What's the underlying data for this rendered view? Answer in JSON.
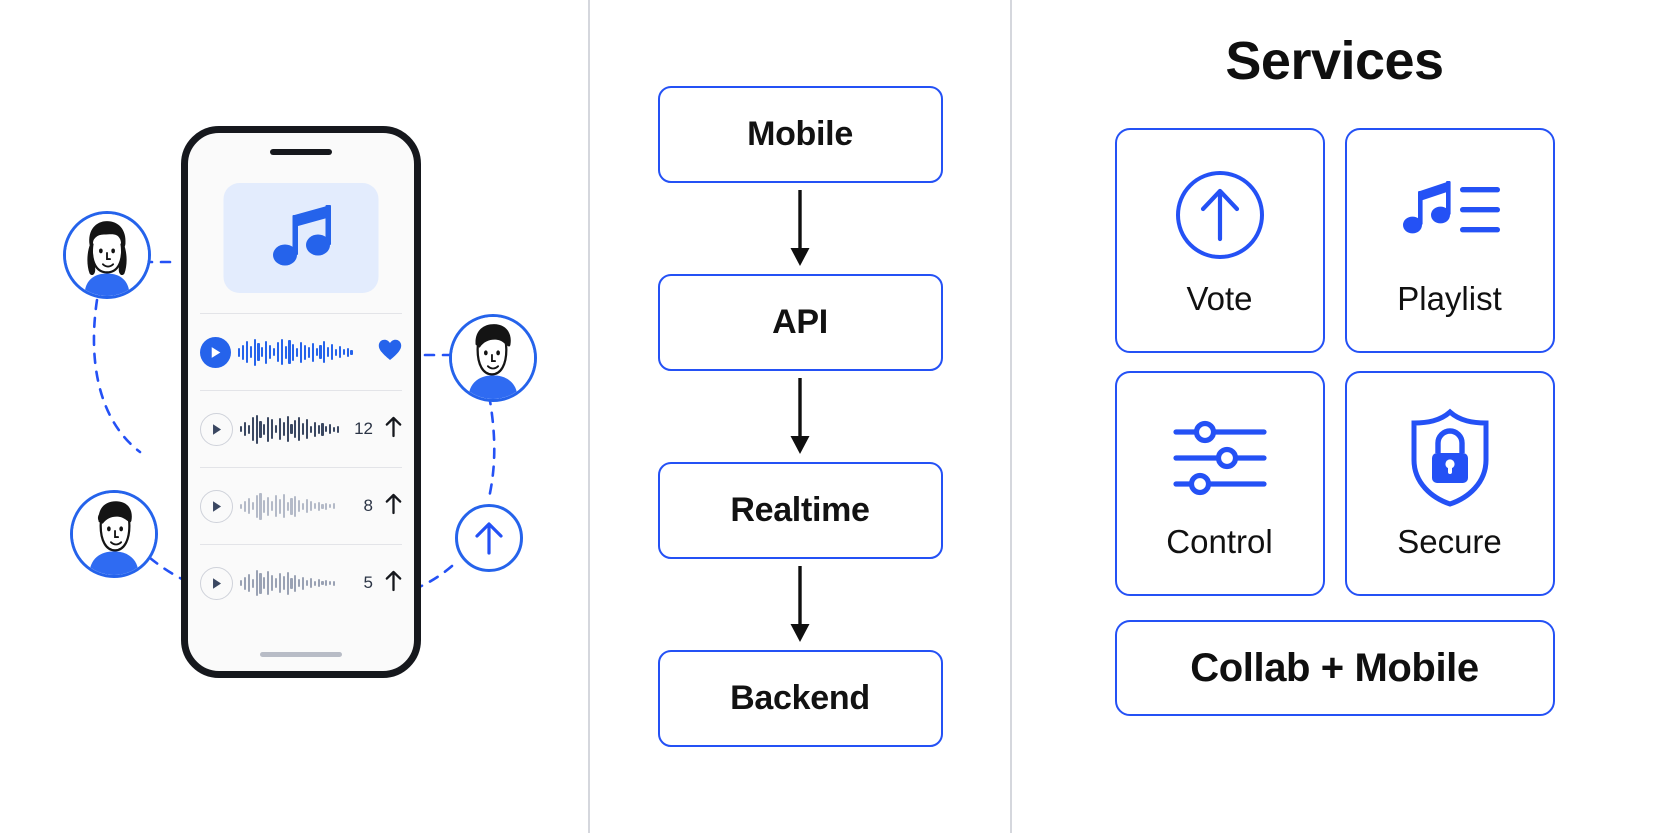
{
  "theme": {
    "accent_blue": "#2451f5",
    "play_blue": "#2563eb",
    "album_bg": "#e3ecfd",
    "phone_frame": "#16181d",
    "divider": "#d5d7dd",
    "muted_wave": "#b4bac8",
    "text_dark": "#0f0f0f"
  },
  "panels": {
    "phone": {
      "name": "collaborative-music-phone-mockup",
      "album_icon": "music-note-icon",
      "tracks": [
        {
          "id": "track-1",
          "play_icon": "play-filled-icon",
          "state": "playing",
          "trailing_type": "heart",
          "trailing_icon": "heart-filled-icon",
          "votes": ""
        },
        {
          "id": "track-2",
          "play_icon": "play-outline-icon",
          "state": "idle",
          "trailing_type": "votes",
          "trailing_icon": "arrow-up-icon",
          "votes": "12"
        },
        {
          "id": "track-3",
          "play_icon": "play-outline-icon",
          "state": "idle",
          "trailing_type": "votes",
          "trailing_icon": "arrow-up-icon",
          "votes": "8"
        },
        {
          "id": "track-4",
          "play_icon": "play-outline-icon",
          "state": "idle",
          "trailing_type": "votes",
          "trailing_icon": "arrow-up-icon",
          "votes": "5"
        }
      ],
      "nodes": [
        {
          "id": "avatar-1",
          "icon": "avatar-woman-icon",
          "position": "top-left"
        },
        {
          "id": "avatar-2",
          "icon": "avatar-man-icon",
          "position": "bottom-left"
        },
        {
          "id": "avatar-3",
          "icon": "avatar-man-icon",
          "position": "top-right"
        },
        {
          "id": "node-upvote",
          "icon": "arrow-up-circle-icon",
          "position": "bottom-right"
        }
      ]
    },
    "flow": {
      "name": "architecture-flow",
      "steps": [
        {
          "label": "Mobile"
        },
        {
          "label": "API"
        },
        {
          "label": "Realtime"
        },
        {
          "label": "Backend"
        }
      ],
      "arrow_icon": "arrow-down-icon"
    },
    "services": {
      "title": "Services",
      "cards": [
        {
          "label": "Vote",
          "icon": "arrow-up-circle-icon"
        },
        {
          "label": "Playlist",
          "icon": "music-list-icon"
        },
        {
          "label": "Control",
          "icon": "sliders-icon"
        },
        {
          "label": "Secure",
          "icon": "shield-lock-icon"
        }
      ],
      "wide_card": {
        "label": "Collab + Mobile"
      }
    }
  }
}
